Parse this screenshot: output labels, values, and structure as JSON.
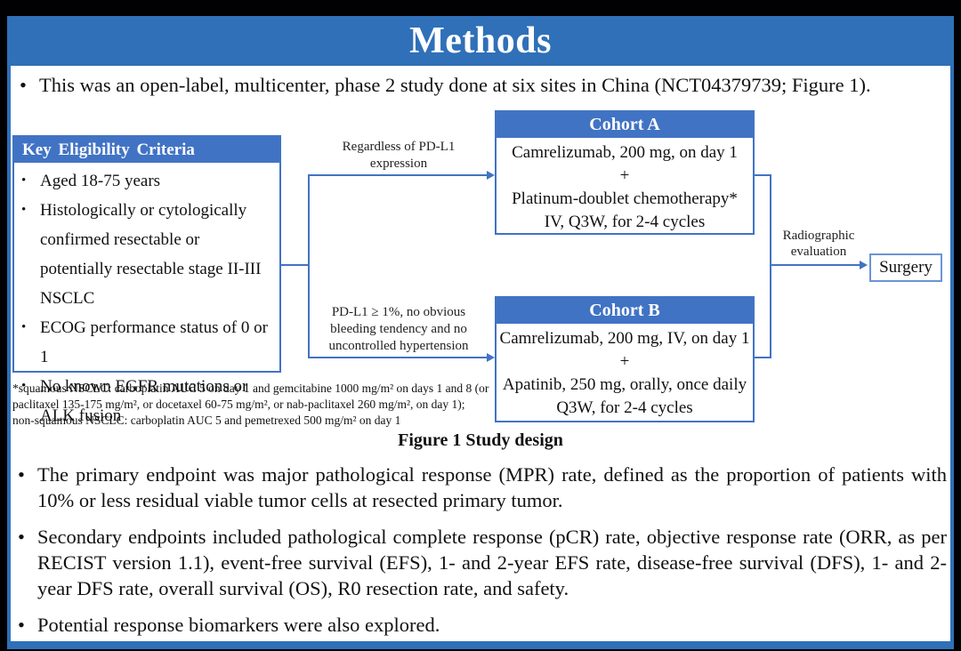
{
  "title": "Methods",
  "intro": {
    "text": "This was an open-label, multicenter, phase 2 study done at six sites in China (NCT04379739; Figure 1)."
  },
  "figure": {
    "eligibility": {
      "header": "Key Eligibility Criteria",
      "items": [
        "Aged 18-75 years",
        "Histologically or cytologically confirmed resectable or potentially resectable stage II-III NSCLC",
        "ECOG performance status of 0 or 1",
        "No known EGFR mutations or ALK fusion"
      ]
    },
    "branches": {
      "top": "Regardless of PD-L1 expression",
      "bottom": "PD-L1 ≥ 1%, no obvious bleeding tendency and no uncontrolled hypertension"
    },
    "cohort_a": {
      "header": "Cohort A",
      "lines": [
        "Camrelizumab, 200 mg, on day 1",
        "+",
        "Platinum-doublet chemotherapy*",
        "IV, Q3W, for 2-4 cycles"
      ]
    },
    "cohort_b": {
      "header": "Cohort B",
      "lines": [
        "Camrelizumab, 200 mg, IV, on day 1",
        "+",
        "Apatinib, 250 mg, orally, once daily",
        "Q3W, for 2-4 cycles"
      ]
    },
    "evaluation_label": "Radiographic evaluation",
    "surgery_label": "Surgery",
    "footnote": "*squamous NSCLC: carboplatin AUC 5 on day 1 and gemcitabine 1000 mg/m² on days 1 and 8 (or paclitaxel 135-175 mg/m², or docetaxel 60-75 mg/m², or nab-paclitaxel 260 mg/m², on day 1); non-squamous NSCLC: carboplatin AUC 5 and pemetrexed 500 mg/m² on day 1",
    "caption": "Figure 1 Study design"
  },
  "bullets": [
    "The primary endpoint was major pathological response (MPR) rate, defined as the proportion of patients with 10% or less residual viable tumor cells at resected primary tumor.",
    "Secondary endpoints included pathological complete response (pCR) rate, objective response rate (ORR, as per RECIST version 1.1), event-free survival (EFS), 1- and 2-year EFS rate, disease-free survival (DFS), 1- and 2-year DFS rate, overall survival (OS), R0 resection rate, and safety.",
    "Potential response biomarkers were also explored."
  ],
  "colors": {
    "title_bar_blue": "#2F70B8",
    "box_header_blue": "#4173C4",
    "connector_blue": "#4173C4",
    "surgery_border_blue": "#6B94D6",
    "text_black": "#111111",
    "background_black": "#010103",
    "panel_white": "#FFFFFF"
  }
}
